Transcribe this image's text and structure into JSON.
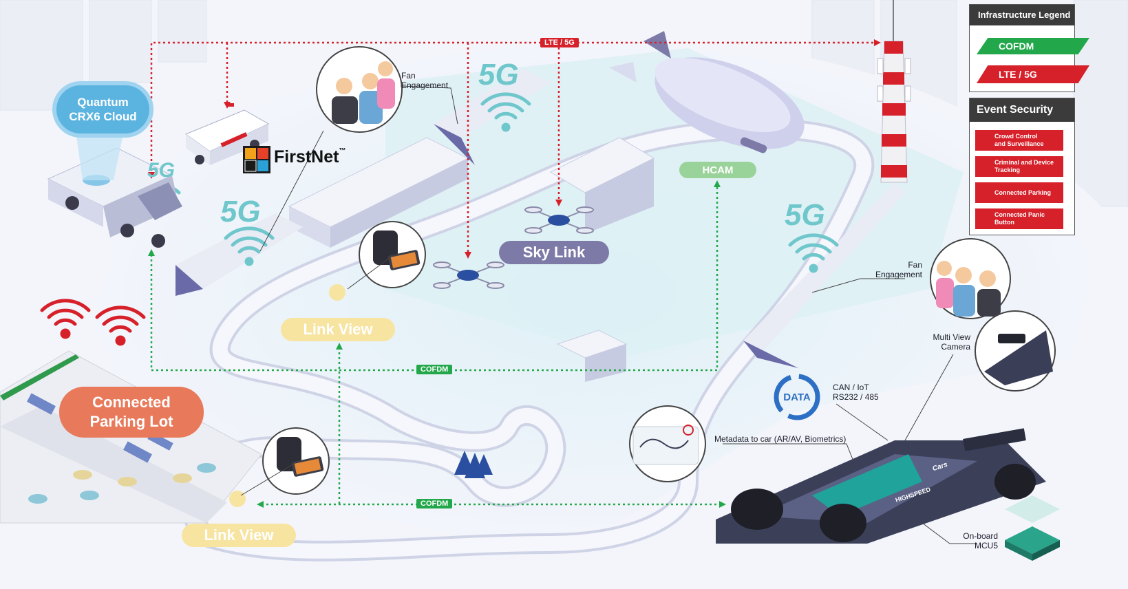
{
  "colors": {
    "cofdm": "#22a84a",
    "lte": "#d6202a",
    "accent_5g": "#6fc7cc",
    "sky_link": "#7d7aa8",
    "link_view": "#f7e4a0",
    "hcam": "#9ad39a",
    "cloud": "#5bb4e0",
    "parking": "#e8795a"
  },
  "cloud": {
    "line1": "Quantum",
    "line2": "CRX6 Cloud"
  },
  "firstnet": {
    "name": "FirstNet",
    "tm": "™"
  },
  "labels_5g": [
    "5G",
    "5G",
    "5G",
    "5G"
  ],
  "network_tags": {
    "lte_top": "LTE / 5G",
    "cofdm_mid": "COFDM",
    "cofdm_bottom": "COFDM"
  },
  "pills": {
    "hcam": "HCAM",
    "sky_link": "Sky Link",
    "link_view_1": "Link View",
    "link_view_2": "Link View",
    "parking_line1": "Connected",
    "parking_line2": "Parking Lot",
    "data": "DATA"
  },
  "callouts": {
    "fan_engagement_left": [
      "Fan",
      "Engagement"
    ],
    "fan_engagement_right": [
      "Fan",
      "Engagement"
    ],
    "multi_view_camera": [
      "Multi View",
      "Camera"
    ],
    "can_iot": [
      "CAN / IoT",
      "RS232 / 485"
    ],
    "metadata": "Metadata to car (AR/AV, Biometrics)",
    "onboard": [
      "On-board",
      "MCU5"
    ]
  },
  "legend": {
    "infra_title": "Infrastructure Legend",
    "infra_items": [
      "COFDM",
      "LTE / 5G"
    ],
    "event_title": "Event Security",
    "event_items": [
      [
        "Crowd Control",
        "and Surveillance"
      ],
      [
        "Criminal and Device",
        "Tracking"
      ],
      [
        "Connected Parking"
      ],
      [
        "Connected Panic",
        "Button"
      ]
    ]
  },
  "car": {
    "sponsor": "HIGHSPEED",
    "brand": "Cars"
  }
}
